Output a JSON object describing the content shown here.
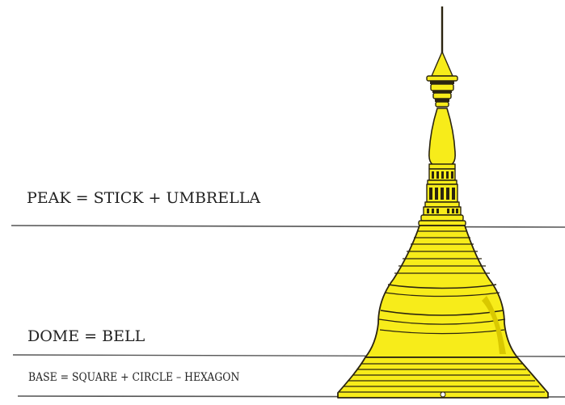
{
  "labels": {
    "peak": "PEAK = STICK + UMBRELLA",
    "dome": "DOME = BELL",
    "base": "BASE = SQUARE + CIRCLE – HEXAGON"
  },
  "colors": {
    "gold_fill": "#f7ec1a",
    "gold_shade": "#d9c800",
    "outline": "#2b2410",
    "divider": "#444444"
  }
}
